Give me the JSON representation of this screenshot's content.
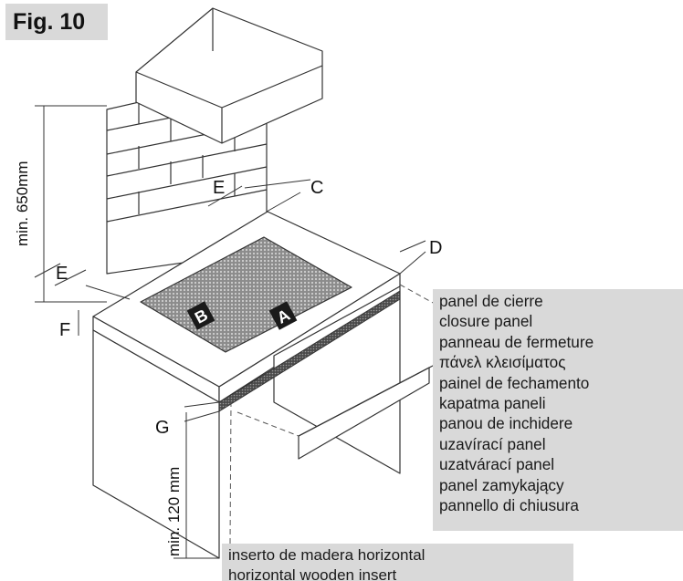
{
  "figure": {
    "title": "Fig. 10"
  },
  "markers": {
    "a": "A",
    "b": "B"
  },
  "dimensions": {
    "min_height_top": "min. 650mm",
    "min_height_bottom": "min. 120 mm",
    "e_top": "E",
    "e_left": "E",
    "c": "C",
    "d": "D",
    "f": "F",
    "g": "G"
  },
  "closure_panel_labels": [
    "panel de cierre",
    "closure panel",
    "panneau de fermeture",
    "πάνελ κλεισίματος",
    "painel de fechamento",
    "kapatma paneli",
    "panou de inchidere",
    "uzavírací panel",
    "uzatvárací panel",
    "panel zamykający",
    "pannello di chiusura"
  ],
  "wooden_insert_labels": [
    "inserto de madera horizontal",
    "horizontal wooden insert"
  ],
  "colors": {
    "badge_bg": "#d9d9d9",
    "line": "#333333",
    "hob_fill": "#9a9a9a",
    "marker_bg": "#1a1a1a"
  }
}
